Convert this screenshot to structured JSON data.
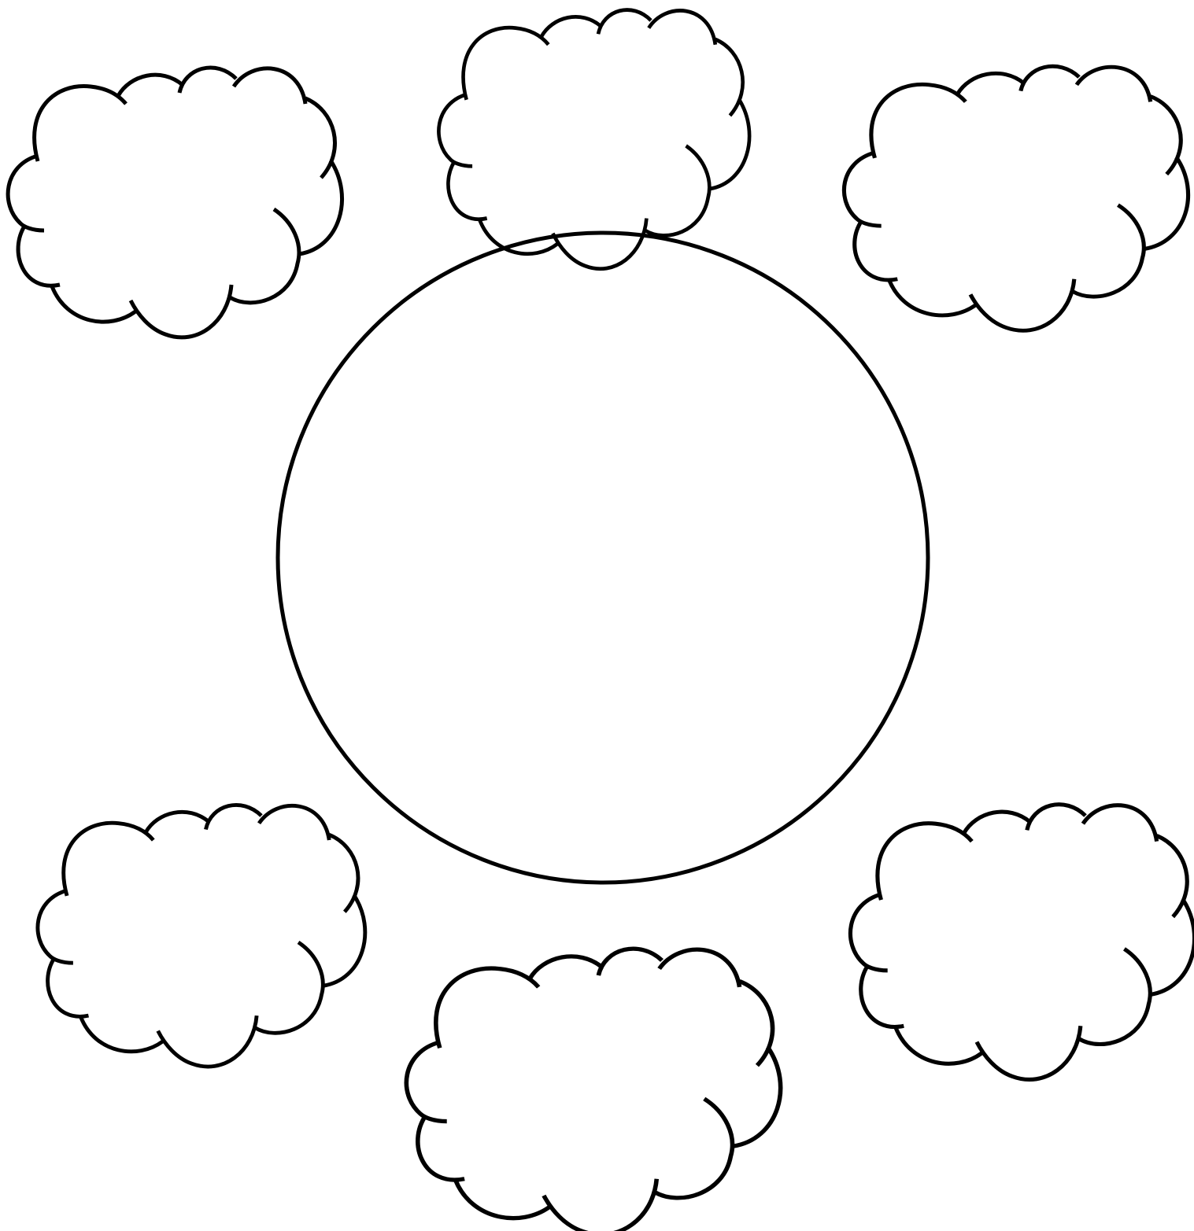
{
  "diagram": {
    "stroke_color": "#000000",
    "background_color": "#ffffff",
    "center_shape": "circle",
    "satellite_shape": "cloud",
    "satellites": [
      {
        "id": "top-left"
      },
      {
        "id": "top-center"
      },
      {
        "id": "top-right"
      },
      {
        "id": "bottom-left"
      },
      {
        "id": "bottom-center"
      },
      {
        "id": "bottom-right"
      }
    ]
  }
}
